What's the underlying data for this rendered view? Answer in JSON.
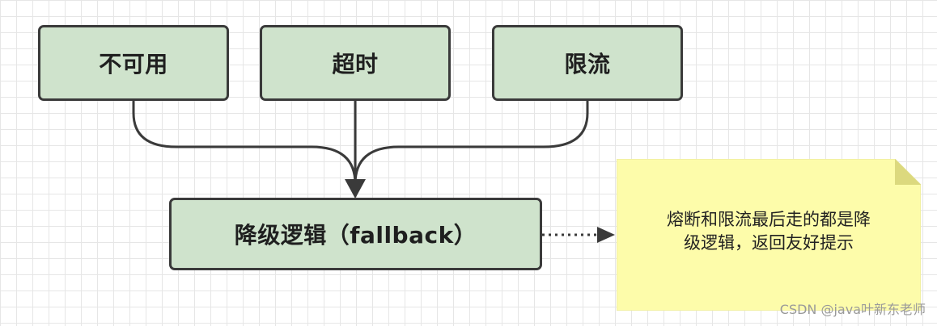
{
  "colors": {
    "node_fill": "#cfe3cc",
    "node_border": "#3a3a3a",
    "note_fill": "#fdfcaa",
    "note_fold": "#dcd97e",
    "connector": "#3a3a3a"
  },
  "nodes": {
    "unavailable": "不可用",
    "timeout": "超时",
    "rate_limit": "限流",
    "fallback": "降级逻辑（fallback）"
  },
  "note": {
    "line1": "熔断和限流最后走的都是降",
    "line2": "级逻辑，返回友好提示"
  },
  "watermark": "CSDN @java叶新东老师"
}
